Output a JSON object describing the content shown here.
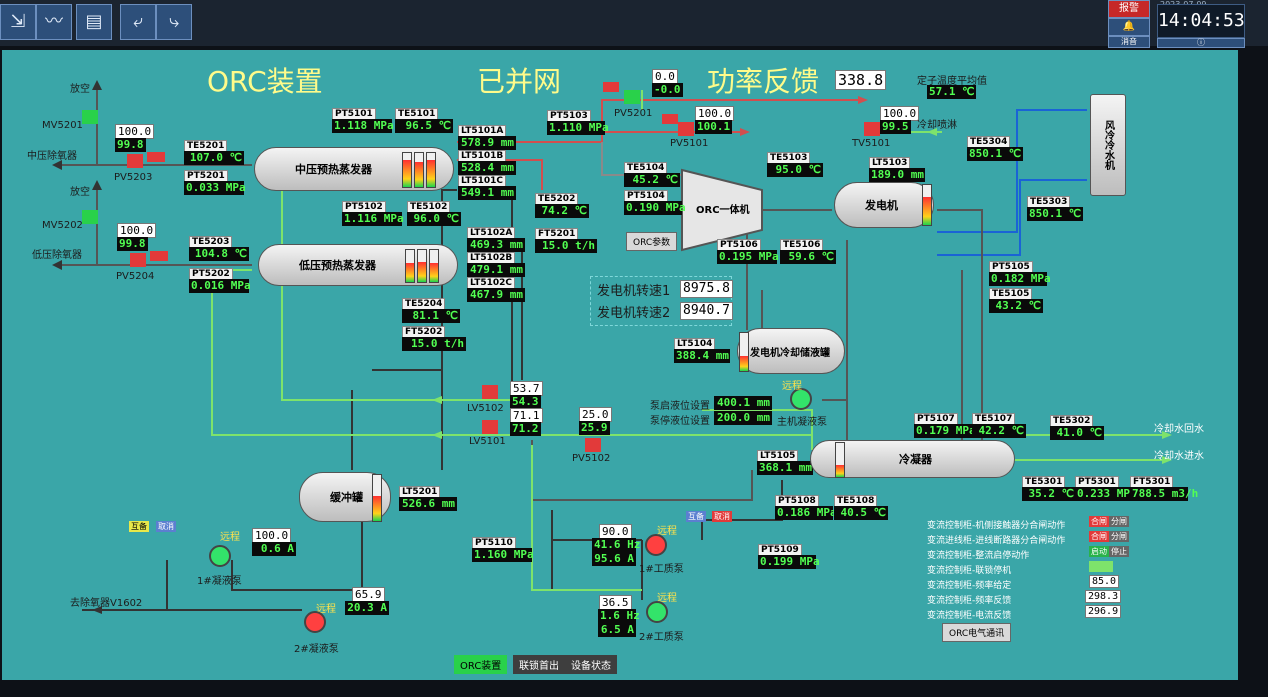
{
  "window": {
    "clock": "14:04:53",
    "date": "2023-07-09",
    "btn_alarm": "报警",
    "btn_mute": "消音",
    "btn_info": "ⓘ"
  },
  "toolbar": {
    "icons": [
      "exit-icon",
      "trend-icon",
      "table-icon",
      "back-icon",
      "forward-icon"
    ]
  },
  "title": {
    "orc": "ORC装置",
    "grid": "已并网",
    "power_label": "功率反馈",
    "power_value": "338.8",
    "stator_label": "定子温度平均值",
    "stator_value": "57.1 ℃"
  },
  "vessels": {
    "mp_preheater": "中压预热蒸发器",
    "lp_preheater": "低压预热蒸发器",
    "orc_turbine": "ORC一体机",
    "generator": "发电机",
    "gen_cooling_tank": "发电机冷却储液罐",
    "condenser": "冷凝器",
    "buffer_tank": "缓冲罐",
    "air_cooler": "风冷冷水机"
  },
  "labels": {
    "vent1": "放空",
    "vent2": "放空",
    "mp_deaerator": "中压除氧器",
    "lp_deaerator": "低压除氧器",
    "to_deaerator": "去除氧器V1602",
    "cooling_spray": "冷却喷淋",
    "cw_return": "冷却水回水",
    "cw_supply": "冷却水进水",
    "main_pump": "主机凝液泵",
    "pump1": "1#凝液泵",
    "pump2": "2#凝液泵",
    "wf_pump1": "1#工质泵",
    "wf_pump2": "2#工质泵",
    "remote": "远程",
    "standby1": "互备",
    "cancel1": "取消",
    "standby2": "互备",
    "cancel2": "取消",
    "orc_params": "ORC参数",
    "start_level_label": "泵启液位设置",
    "stop_level_label": "泵停液位设置",
    "speed1_label": "发电机转速1",
    "speed2_label": "发电机转速2",
    "comm_btn": "ORC电气通讯"
  },
  "valves": {
    "mv5201": "MV5201",
    "mv5202": "MV5202",
    "pv5203": "PV5203",
    "pv5204": "PV5204",
    "pv5201": "PV5201",
    "pv5101": "PV5101",
    "tv5101": "TV5101",
    "lv5102": "LV5102",
    "lv5101": "LV5101",
    "pv5102": "PV5102"
  },
  "tags": {
    "te5201": {
      "name": "TE5201",
      "value": "107.0 ℃"
    },
    "pt5201": {
      "name": "PT5201",
      "value": "0.033 MPa"
    },
    "te5203": {
      "name": "TE5203",
      "value": "104.8 ℃"
    },
    "pt5202": {
      "name": "PT5202",
      "value": "0.016 MPa"
    },
    "pt5101": {
      "name": "PT5101",
      "value": "1.118 MPa"
    },
    "te5101": {
      "name": "TE5101",
      "value": "96.5 ℃"
    },
    "lt5101a": {
      "name": "LT5101A",
      "value": "578.9 mm"
    },
    "lt5101b": {
      "name": "LT5101B",
      "value": "528.4 mm"
    },
    "lt5101c": {
      "name": "LT5101C",
      "value": "549.1 mm"
    },
    "pt5103": {
      "name": "PT5103",
      "value": "1.110 MPa"
    },
    "pt5102": {
      "name": "PT5102",
      "value": "1.116 MPa"
    },
    "te5102": {
      "name": "TE5102",
      "value": "96.0 ℃"
    },
    "te5202": {
      "name": "TE5202",
      "value": "74.2 ℃"
    },
    "lt5102a": {
      "name": "LT5102A",
      "value": "469.3 mm"
    },
    "lt5102b": {
      "name": "LT5102B",
      "value": "479.1 mm"
    },
    "lt5102c": {
      "name": "LT5102C",
      "value": "467.9 mm"
    },
    "ft5201": {
      "name": "FT5201",
      "value": "15.0 t/h"
    },
    "te5204": {
      "name": "TE5204",
      "value": "81.1 ℃"
    },
    "ft5202": {
      "name": "FT5202",
      "value": "15.0 t/h"
    },
    "te5104": {
      "name": "TE5104",
      "value": "45.2 ℃"
    },
    "pt5104": {
      "name": "PT5104",
      "value": "0.190 MPa"
    },
    "te5103": {
      "name": "TE5103",
      "value": "95.0 ℃"
    },
    "pt5106": {
      "name": "PT5106",
      "value": "0.195 MPa"
    },
    "te5106": {
      "name": "TE5106",
      "value": "59.6 ℃"
    },
    "lt5103": {
      "name": "LT5103",
      "value": "189.0 mm"
    },
    "te5304": {
      "name": "TE5304",
      "value": "850.1 ℃"
    },
    "te5303": {
      "name": "TE5303",
      "value": "850.1 ℃"
    },
    "pt5105": {
      "name": "PT5105",
      "value": "0.182 MPa"
    },
    "te5105": {
      "name": "TE5105",
      "value": "43.2 ℃"
    },
    "lt5104": {
      "name": "LT5104",
      "value": "388.4 mm"
    },
    "pt5107": {
      "name": "PT5107",
      "value": "0.179 MPa"
    },
    "te5107": {
      "name": "TE5107",
      "value": "42.2 ℃"
    },
    "te5302": {
      "name": "TE5302",
      "value": "41.0 ℃"
    },
    "lt5105": {
      "name": "LT5105",
      "value": "368.1 mm"
    },
    "pt5108": {
      "name": "PT5108",
      "value": "0.186 MPa"
    },
    "te5108": {
      "name": "TE5108",
      "value": "40.5 ℃"
    },
    "te5301": {
      "name": "TE5301",
      "value": "35.2 ℃"
    },
    "pt5301": {
      "name": "PT5301",
      "value": "0.233 MPa"
    },
    "ft5301": {
      "name": "FT5301",
      "value": "788.5 m3/h"
    },
    "lt5201": {
      "name": "LT5201",
      "value": "526.6 mm"
    },
    "pt5110": {
      "name": "PT5110",
      "value": "1.160 MPa"
    },
    "pt5109": {
      "name": "PT5109",
      "value": "0.199 MPa"
    }
  },
  "valve_values": {
    "mv5201_sp": "100.0",
    "mv5201_pv": "99.8",
    "mv5202_sp": "100.0",
    "mv5202_pv": "99.8",
    "pv5201_sp": "0.0",
    "pv5201_pv": "-0.0",
    "pv5101_sp": "100.0",
    "pv5101_pv": "100.1",
    "tv5101_sp": "100.0",
    "tv5101_pv": "99.5",
    "lv5102_sp": "53.7",
    "lv5102_pv": "54.3",
    "lv5101_sp": "71.1",
    "lv5101_pv": "71.2",
    "pv5102_sp": "25.0",
    "pv5102_pv": "25.9"
  },
  "pumps": {
    "pump1_sp": "100.0",
    "pump1_cur": "0.6 A",
    "pump2_sp": "65.9",
    "pump2_cur": "20.3 A",
    "wf1_sp": "90.0",
    "wf1_hz": "41.6 Hz",
    "wf1_a": "95.6 A",
    "wf2_sp": "36.5",
    "wf2_hz": "1.6 Hz",
    "wf2_a": "6.5 A"
  },
  "levels": {
    "start": "400.1 mm",
    "stop": "200.0 mm"
  },
  "speeds": {
    "speed1": "8975.8",
    "speed2": "8940.7"
  },
  "vfd": {
    "rows": [
      {
        "label": "变流控制柜-机侧接触器分合闸动作",
        "a": "合闸",
        "b": "分闸"
      },
      {
        "label": "变流进线柜-进线断路器分合闸动作",
        "a": "合闸",
        "b": "分闸"
      },
      {
        "label": "变流控制柜-整流启停动作",
        "a": "启动",
        "b": "停止"
      },
      {
        "label": "变流控制柜-联锁停机",
        "a": "",
        "b": ""
      },
      {
        "label": "变流控制柜-频率给定",
        "a": "85.0",
        "b": ""
      },
      {
        "label": "变流控制柜-频率反馈",
        "a": "298.3",
        "b": ""
      },
      {
        "label": "变流控制柜-电流反馈",
        "a": "296.9",
        "b": ""
      }
    ]
  },
  "nav": {
    "tab1": "ORC装置",
    "tab2": "联锁首出",
    "tab3": "设备状态"
  },
  "tank_levels": {
    "mp_a": 0.8,
    "mp_b": 0.75,
    "mp_c": 0.78,
    "lp_a": 0.6,
    "lp_b": 0.62,
    "lp_c": 0.6,
    "gen": 0.7,
    "gen_tank": 0.4,
    "cond": 0.35,
    "buffer": 0.55
  },
  "colors": {
    "panel": "#3aa6a8",
    "pipe_gray": "#6e6e6e",
    "pipe_red": "#d24e4e",
    "pipe_green": "#7ee36b",
    "pipe_blue": "#1a63d6"
  }
}
